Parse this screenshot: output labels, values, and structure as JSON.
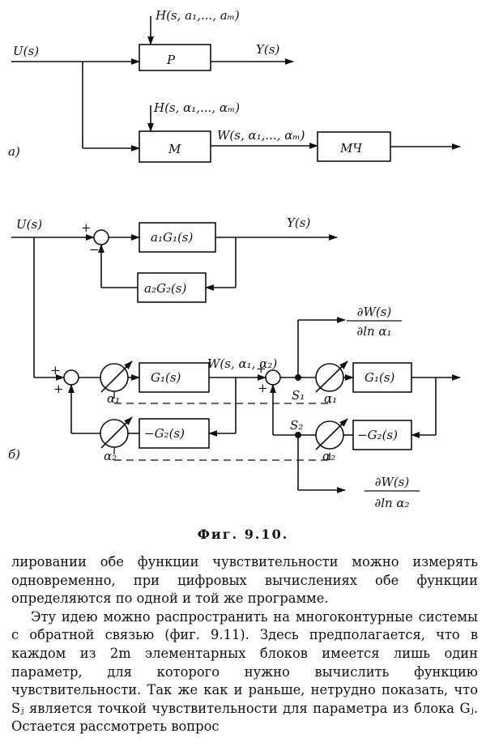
{
  "figure": {
    "a": {
      "label": "a)",
      "input": "U(s)",
      "param_h_top": "H(s, a₁,..., aₘ)",
      "block_p": "P",
      "output_y": "Y(s)",
      "param_h_bottom": "H(s, α₁,..., αₘ)",
      "block_m": "M",
      "output_w": "W(s, α₁,..., αₘ)",
      "block_mch": "МЧ"
    },
    "b": {
      "label": "б)",
      "input": "U(s)",
      "output_y": "Y(s)",
      "plus": "+",
      "minus": "−",
      "block_a1g1": "a₁G₁(s)",
      "block_a2g2": "a₂G₂(s)",
      "block_g1_left": "G₁(s)",
      "block_g1_right": "G₁(s)",
      "block_neg_g2_left": "−G₂(s)",
      "block_neg_g2_right": "−G₂(s)",
      "w_label": "W(s, α₁, α₂)",
      "alpha1": "α₁",
      "alpha2": "α₂",
      "s1": "S₁",
      "s2": "S₂",
      "deriv_top_num": "∂W(s)",
      "deriv_top_den": "∂ln α₁",
      "deriv_bottom_num": "∂W(s)",
      "deriv_bottom_den": "∂ln α₂"
    }
  },
  "caption": "Фиг. 9.10.",
  "paragraphs": [
    "лировании обе функции чувствительности можно измерять одновременно, при цифровых вычислениях обе функции определяются по одной и той же программе.",
    "Эту идею можно распространить на многоконтурные системы с обратной связью (фиг. 9.11). Здесь предполагается, что в каждом из 2m элементарных блоков имеется лишь один параметр, для которого нужно вычислить функцию чувствительности. Так же как и раньше, нетрудно показать, что Sⱼ является точкой чувствительности для параметра из блока Gⱼ. Остается рассмотреть вопрос"
  ]
}
